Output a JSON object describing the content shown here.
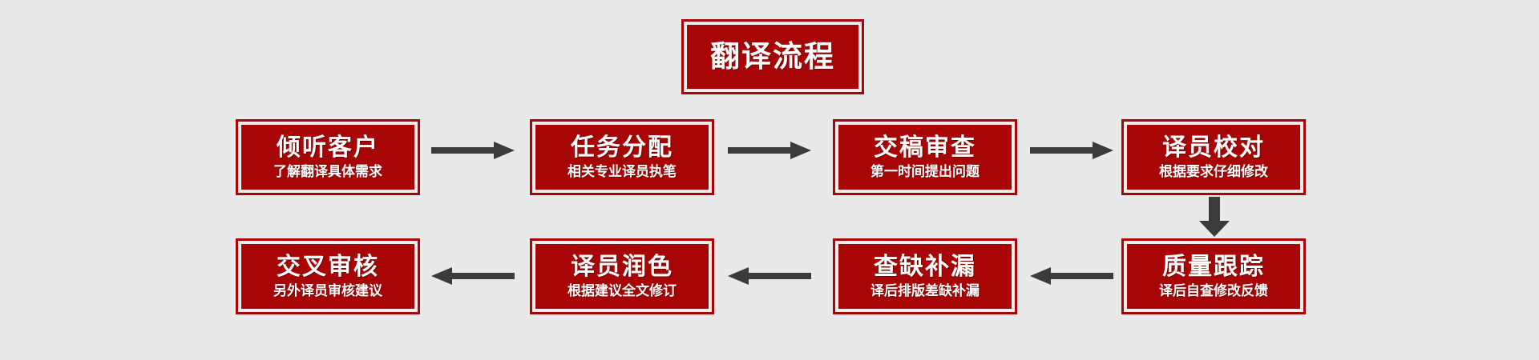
{
  "diagram": {
    "type": "flowchart",
    "title": "翻译流程",
    "background_color": "#e9e9e9",
    "box_fill_color": "#a80606",
    "box_inner_border_color": "#f2ecec",
    "text_color": "#ffffff",
    "arrow_color": "#3b3b3b",
    "steps": [
      {
        "id": "step1",
        "row": 1,
        "order": 1,
        "title": "倾听客户",
        "subtitle": "了解翻译具体需求"
      },
      {
        "id": "step2",
        "row": 1,
        "order": 2,
        "title": "任务分配",
        "subtitle": "相关专业译员执笔"
      },
      {
        "id": "step3",
        "row": 1,
        "order": 3,
        "title": "交稿审查",
        "subtitle": "第一时间提出问题"
      },
      {
        "id": "step4",
        "row": 1,
        "order": 4,
        "title": "译员校对",
        "subtitle": "根据要求仔细修改"
      },
      {
        "id": "step5",
        "row": 2,
        "order": 5,
        "title": "质量跟踪",
        "subtitle": "译后自查修改反馈"
      },
      {
        "id": "step6",
        "row": 2,
        "order": 6,
        "title": "查缺补漏",
        "subtitle": "译后排版差缺补漏"
      },
      {
        "id": "step7",
        "row": 2,
        "order": 7,
        "title": "译员润色",
        "subtitle": "根据建议全文修订"
      },
      {
        "id": "step8",
        "row": 2,
        "order": 8,
        "title": "交叉审核",
        "subtitle": "另外译员审核建议"
      }
    ],
    "connectors": [
      {
        "id": "c1",
        "from": "step1",
        "to": "step2",
        "direction": "right"
      },
      {
        "id": "c2",
        "from": "step2",
        "to": "step3",
        "direction": "right"
      },
      {
        "id": "c3",
        "from": "step3",
        "to": "step4",
        "direction": "right"
      },
      {
        "id": "c4",
        "from": "step4",
        "to": "step5",
        "direction": "down"
      },
      {
        "id": "c5",
        "from": "step5",
        "to": "step6",
        "direction": "left"
      },
      {
        "id": "c6",
        "from": "step6",
        "to": "step7",
        "direction": "left"
      },
      {
        "id": "c7",
        "from": "step7",
        "to": "step8",
        "direction": "left"
      }
    ]
  }
}
